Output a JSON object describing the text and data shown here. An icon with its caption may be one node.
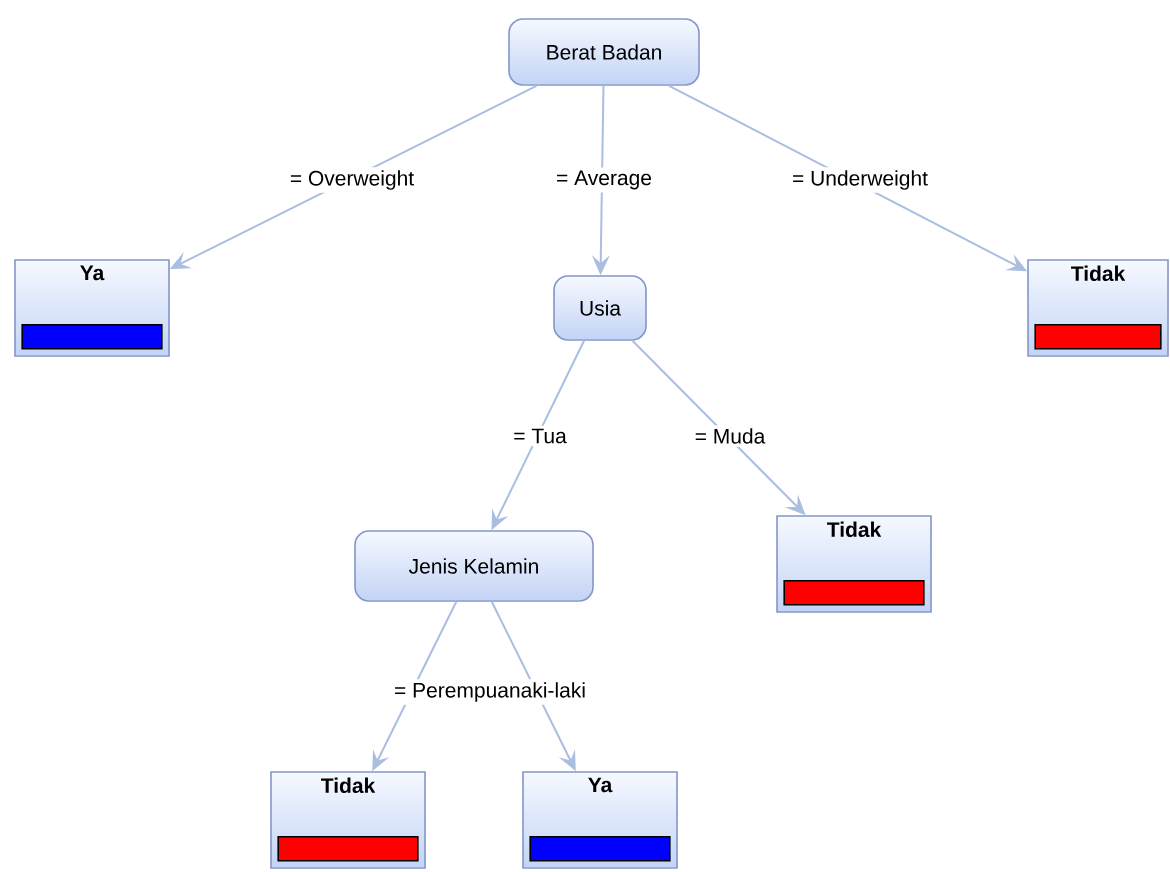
{
  "diagram": {
    "nodes": [
      {
        "text": [
          "Berat Badan"
        ]
      },
      {
        "text": [
          "Ya"
        ]
      },
      {
        "text": [
          "Usia"
        ]
      },
      {
        "text": [
          "Tidak"
        ]
      },
      {
        "text": [
          "Jenis Kelamin"
        ]
      },
      {
        "text": [
          "Tidak"
        ]
      },
      {
        "text": [
          "Tidak"
        ]
      },
      {
        "text": [
          "Ya"
        ]
      }
    ],
    "edges": [
      {
        "from": 0,
        "to": 1,
        "arrow": "to",
        "label": "= Overweight"
      },
      {
        "from": 0,
        "to": 2,
        "arrow": "to",
        "label": "= Average"
      },
      {
        "from": 0,
        "to": 3,
        "arrow": "to",
        "label": "= Underweight"
      },
      {
        "from": 2,
        "to": 4,
        "arrow": "to",
        "label": "= Tua"
      },
      {
        "from": 2,
        "to": 5,
        "arrow": "to",
        "label": "= Muda"
      },
      {
        "from": 4,
        "to": 6,
        "arrow": "to",
        "label": "= Perempuanaki-laki"
      },
      {
        "from": 4,
        "to": 7,
        "arrow": "to"
      }
    ]
  }
}
